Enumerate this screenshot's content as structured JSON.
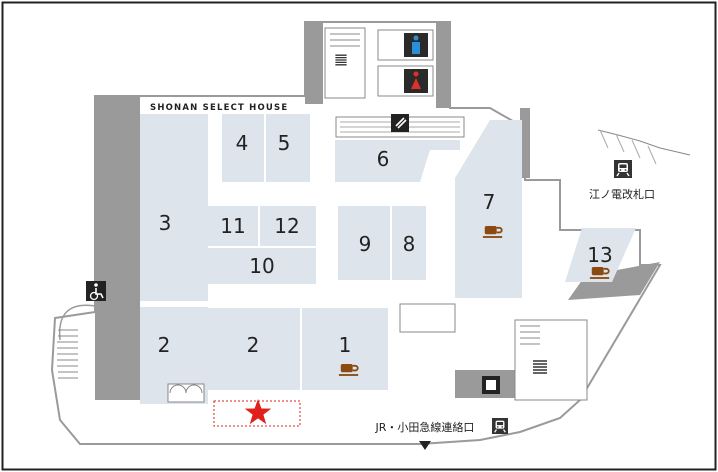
{
  "brand": "SHONAN SELECT HOUSE",
  "shops": [
    {
      "id": "1",
      "label": "1",
      "cafe": true
    },
    {
      "id": "2a",
      "label": "2",
      "cafe": false
    },
    {
      "id": "2b",
      "label": "2",
      "cafe": false
    },
    {
      "id": "3",
      "label": "3",
      "cafe": false
    },
    {
      "id": "4",
      "label": "4",
      "cafe": false
    },
    {
      "id": "5",
      "label": "5",
      "cafe": false
    },
    {
      "id": "6",
      "label": "6",
      "cafe": false
    },
    {
      "id": "7",
      "label": "7",
      "cafe": true
    },
    {
      "id": "8",
      "label": "8",
      "cafe": false
    },
    {
      "id": "9",
      "label": "9",
      "cafe": false
    },
    {
      "id": "10",
      "label": "10",
      "cafe": false
    },
    {
      "id": "11",
      "label": "11",
      "cafe": false
    },
    {
      "id": "12",
      "label": "12",
      "cafe": false
    },
    {
      "id": "13",
      "label": "13",
      "cafe": true
    }
  ],
  "gates": {
    "enoden": "江ノ電改札口",
    "jr_odakyu": "JR・小田急線連絡口"
  },
  "icons": {
    "current_location": "star-icon",
    "toilet_male": "male-toilet-icon",
    "toilet_female": "female-toilet-icon",
    "accessible": "wheelchair-icon",
    "escalator": "escalator-icon",
    "cafe": "coffee-cup-icon",
    "train": "train-icon",
    "elevator": "elevator-icon",
    "entrance": "down-arrow-icon"
  },
  "colors": {
    "shop_fill": "#dde4ec",
    "wall": "#9a9a9a",
    "floor": "#ffffff",
    "cafe_brown": "#8a4a12",
    "male_blue": "#2a8fd6",
    "female_red": "#e0302a",
    "star_red": "#e0201a",
    "icon_dark": "#333333"
  }
}
